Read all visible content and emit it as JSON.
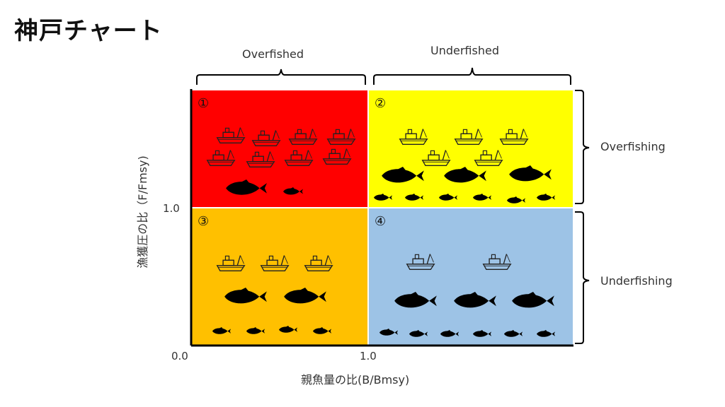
{
  "title": "神戸チャート",
  "x_axis": {
    "label": "親魚量の比(B/Bmsy)",
    "tick_0": "0.0",
    "tick_1": "1.0"
  },
  "y_axis": {
    "label": "漁獲圧の比（F/Fmsy)",
    "tick_1": "1.0"
  },
  "top_labels": {
    "left": "Overfished",
    "right": "Underfished"
  },
  "right_labels": {
    "top": "Overfishing",
    "bottom": "Underfishing"
  },
  "quadrants": [
    {
      "number": "①",
      "color": "#ff0000",
      "boats": 8,
      "large_fish": 1,
      "small_fish": 1
    },
    {
      "number": "②",
      "color": "#ffff00",
      "boats": 5,
      "large_fish": 3,
      "small_fish": 6
    },
    {
      "number": "③",
      "color": "#ffc000",
      "boats": 3,
      "large_fish": 2,
      "small_fish": 4
    },
    {
      "number": "④",
      "color": "#9dc3e6",
      "boats": 2,
      "large_fish": 3,
      "small_fish": 6
    }
  ],
  "icons": {
    "boat": "fishing-boat-icon",
    "fish": "fish-silhouette-icon"
  }
}
